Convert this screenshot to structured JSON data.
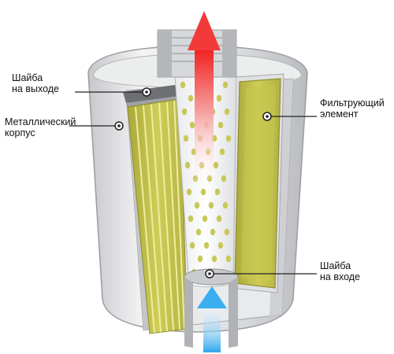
{
  "labels": {
    "outlet_washer": {
      "line1": "Шайба",
      "line2": "на выходе"
    },
    "metal_housing": {
      "line1": "Металлический",
      "line2": "корпус"
    },
    "filter_element": {
      "line1": "Фильтрующий",
      "line2": "элемент"
    },
    "inlet_washer": {
      "line1": "Шайба",
      "line2": "на входе"
    }
  },
  "colors": {
    "housing": "#dcdde0",
    "housing_shadow": "#a9abb0",
    "element": "#c8c64a",
    "element_pleat": "#e9e7a0",
    "outlet_arrow": "#f23a3a",
    "inlet_arrow": "#49b6ef",
    "leader_line": "#222222"
  },
  "icons": [
    "callout-dot-icon",
    "outflow-arrow-icon",
    "inflow-arrow-icon"
  ]
}
